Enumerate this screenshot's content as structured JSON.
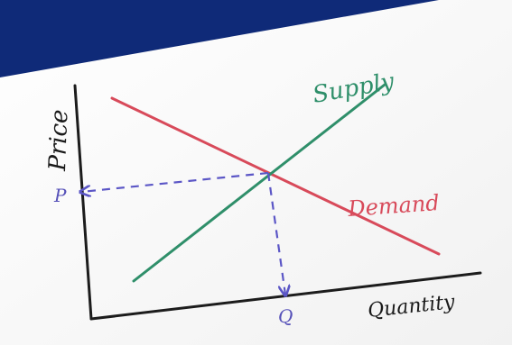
{
  "photo": {
    "subject": "hand-drawn supply and demand graph on paper",
    "background_color": "#0f2a78",
    "paper_color": "#fbfbfb"
  },
  "graph": {
    "y_axis_label": "Price",
    "x_axis_label": "Quantity",
    "equilibrium_price_label": "P",
    "equilibrium_quantity_label": "Q",
    "supply_label": "Supply",
    "demand_label": "Demand",
    "colors": {
      "axes": "#1c1c1c",
      "supply": "#2f8f6a",
      "demand": "#d84a5a",
      "guides": "#5b56c6",
      "axis_text": "#1a1a1a",
      "eq_text": "#5550b8"
    }
  }
}
